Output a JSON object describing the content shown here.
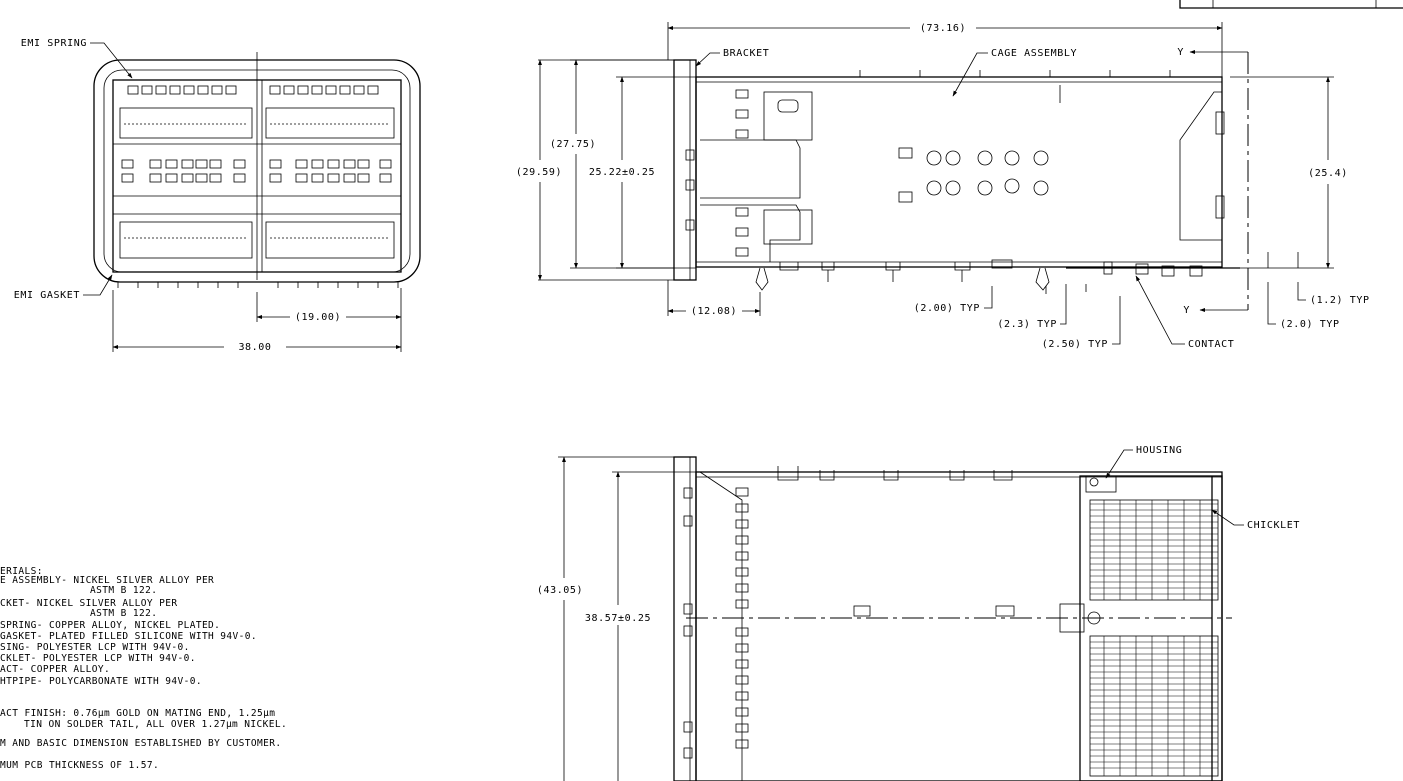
{
  "labels": {
    "emi_spring": "EMI SPRING",
    "emi_gasket": "EMI GASKET",
    "bracket": "BRACKET",
    "cage_assembly": "CAGE ASSEMBLY",
    "contact": "CONTACT",
    "housing": "HOUSING",
    "chicklet": "CHICKLET",
    "section_y_top": "Y",
    "section_y_bottom": "Y"
  },
  "dimensions": {
    "width_38": "38.00",
    "half_19": "(19.00)",
    "overall_73": "(73.16)",
    "height_27_75": "(27.75)",
    "height_29_59": "(29.59)",
    "height_25_22": "25.22±0.25",
    "height_25_4": "(25.4)",
    "depth_12_08": "(12.08)",
    "pitch_2_00": "(2.00) TYP",
    "pitch_2_3": "(2.3) TYP",
    "pitch_2_50": "(2.50) TYP",
    "pitch_1_2": "(1.2) TYP",
    "pitch_2_0": "(2.0) TYP",
    "height_43_05": "(43.05)",
    "height_38_57": "38.57±0.25"
  },
  "notes": [
    "ERIALS:",
    "E ASSEMBLY- NICKEL SILVER ALLOY PER",
    "ASTM B 122.",
    "CKET- NICKEL SILVER ALLOY PER",
    "ASTM B 122.",
    "SPRING- COPPER ALLOY, NICKEL PLATED.",
    "GASKET- PLATED FILLED SILICONE WITH 94V-0.",
    "SING- POLYESTER LCP WITH 94V-0.",
    "CKLET- POLYESTER LCP WITH 94V-0.",
    "ACT- COPPER ALLOY.",
    "HTPIPE- POLYCARBONATE WITH 94V-0.",
    "ACT FINISH: 0.76µm GOLD ON MATING END, 1.25µm",
    "TIN ON SOLDER TAIL, ALL OVER 1.27µm NICKEL.",
    "M AND BASIC DIMENSION ESTABLISHED BY CUSTOMER.",
    "MUM PCB THICKNESS OF 1.57."
  ]
}
